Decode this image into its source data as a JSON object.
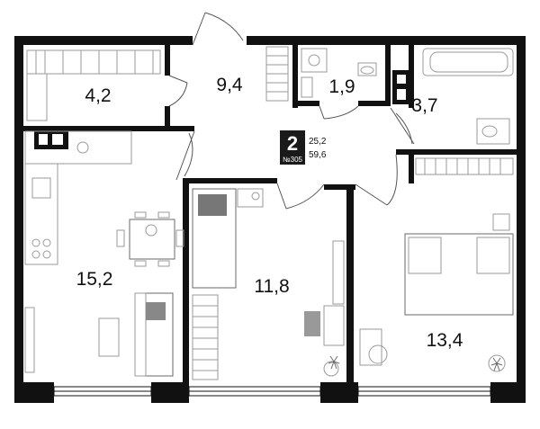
{
  "rooms": {
    "storage": "4,2",
    "hall": "9,4",
    "wc": "1,9",
    "bathroom": "3,7",
    "kitchen_living": "15,2",
    "bedroom_small": "11,8",
    "bedroom_master": "13,4"
  },
  "badge": {
    "rooms_count": "2",
    "apartment_no": "№305",
    "living_area": "25,2",
    "total_area": "59,6"
  },
  "colors": {
    "wall": "#111111",
    "badge_bg": "#1a1a1a",
    "furniture": "#9a9a9a"
  }
}
